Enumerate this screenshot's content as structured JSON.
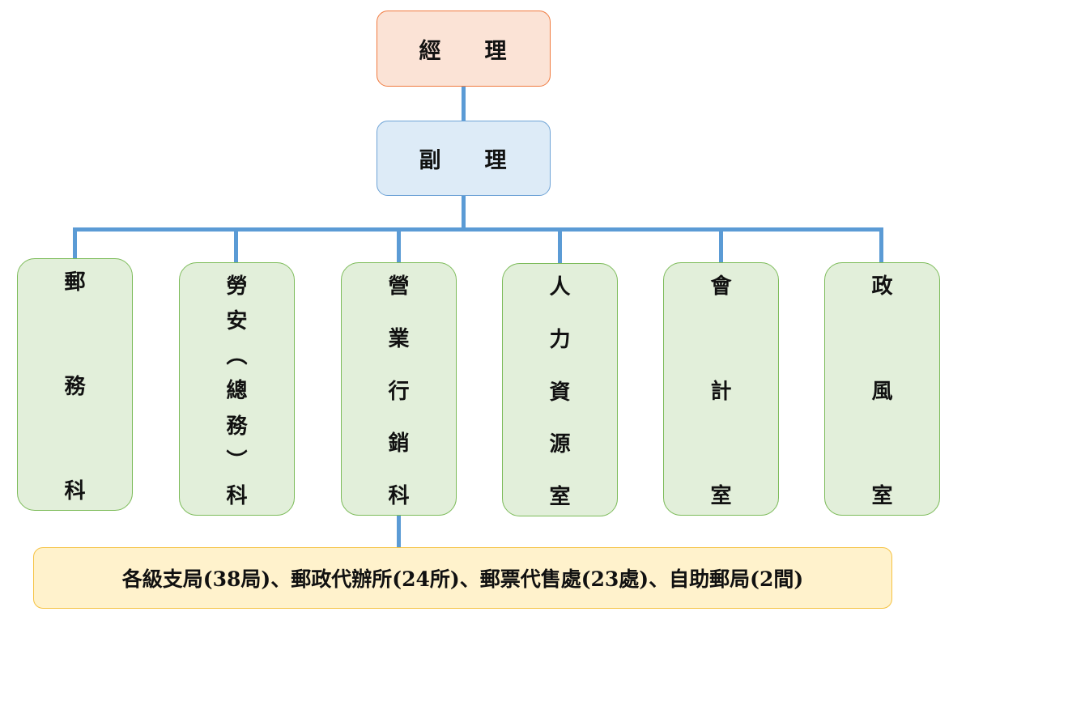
{
  "manager": {
    "chars": [
      "經",
      "理"
    ]
  },
  "deputy_manager": {
    "chars": [
      "副",
      "理"
    ]
  },
  "departments": [
    {
      "name": "郵務科",
      "chars": [
        "郵",
        "務",
        "科"
      ]
    },
    {
      "name": "勞安(總務)科",
      "chars": [
        "勞",
        "安",
        "︵",
        "總",
        "務",
        "︶",
        "科"
      ]
    },
    {
      "name": "營業行銷科",
      "chars": [
        "營",
        "業",
        "行",
        "銷",
        "科"
      ]
    },
    {
      "name": "人力資源室",
      "chars": [
        "人",
        "力",
        "資",
        "源",
        "室"
      ]
    },
    {
      "name": "會計室",
      "chars": [
        "會",
        "計",
        "室"
      ]
    },
    {
      "name": "政風室",
      "chars": [
        "政",
        "風",
        "室"
      ]
    }
  ],
  "branches": {
    "text": "各級支局(38局)、郵政代辦所(24所)、郵票代售處(23處)、自助郵局(2間)"
  },
  "colors": {
    "connector": "#5b9bd5",
    "manager_fill": "#fbe3d6",
    "manager_border": "#f07a3f",
    "deputy_fill": "#ddebf7",
    "deputy_border": "#6ea3d6",
    "dept_fill": "#e2efda",
    "dept_border": "#7cbb59",
    "branch_fill": "#fff2cc",
    "branch_border": "#f5c242"
  }
}
